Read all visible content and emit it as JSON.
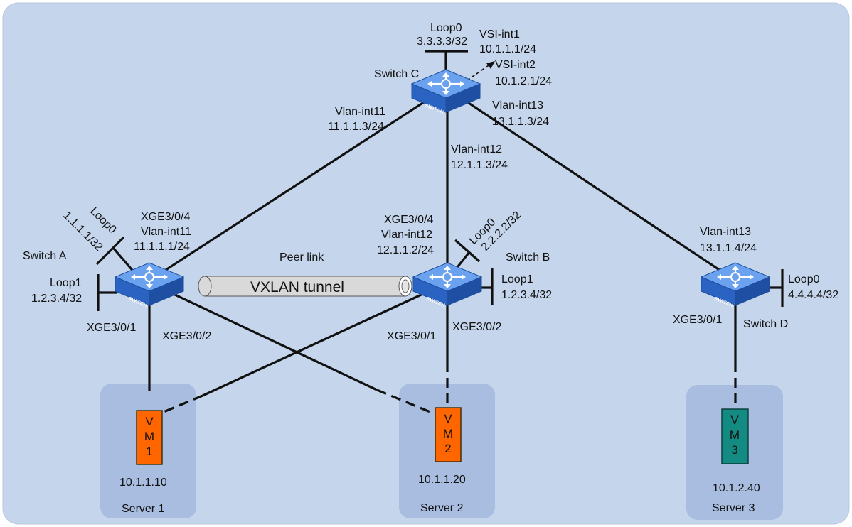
{
  "colors": {
    "canvas": "#c5d5ec",
    "server_box": "#a8bde0",
    "switch_face": "#2f6fd0",
    "vm_orange": "#ff6600",
    "vm_teal": "#138a82",
    "tunnel": "#d9d9d9"
  },
  "icons": [
    "switch-icon",
    "vm-icon",
    "tunnel-pipe-icon",
    "loopback-stub-icon"
  ],
  "switches": {
    "a": {
      "name": "Switch A",
      "badge": "SWITCH"
    },
    "b": {
      "name": "Switch B",
      "badge": "SWITCH"
    },
    "c": {
      "name": "Switch C",
      "badge": "SWITCH"
    },
    "d": {
      "name": "Switch D",
      "badge": "SWITCH"
    }
  },
  "switch_c": {
    "loop0": "Loop0",
    "loop0_ip": "3.3.3.3/32",
    "vsi1": "VSI-int1",
    "vsi1_ip": "10.1.1.1/24",
    "vsi2": "VSI-int2",
    "vsi2_ip": "10.1.2.1/24",
    "vlan11": "Vlan-int11",
    "vlan11_ip": "11.1.1.3/24",
    "vlan12": "Vlan-int12",
    "vlan12_ip": "12.1.1.3/24",
    "vlan13": "Vlan-int13",
    "vlan13_ip": "13.1.1.3/24"
  },
  "switch_a": {
    "loop0": "Loop0",
    "loop0_ip": "1.1.1.1/32",
    "xge4": "XGE3/0/4",
    "vlan11": "Vlan-int11",
    "vlan11_ip": "11.1.1.1/24",
    "loop1": "Loop1",
    "loop1_ip": "1.2.3.4/32",
    "xge1": "XGE3/0/1",
    "xge2": "XGE3/0/2"
  },
  "switch_b": {
    "xge4": "XGE3/0/4",
    "vlan12": "Vlan-int12",
    "vlan12_ip": "12.1.1.2/24",
    "loop0": "Loop0",
    "loop0_ip": "2.2.2.2/32",
    "loop1": "Loop1",
    "loop1_ip": "1.2.3.4/32",
    "xge1": "XGE3/0/1",
    "xge2": "XGE3/0/2"
  },
  "switch_d": {
    "vlan13": "Vlan-int13",
    "vlan13_ip": "13.1.1.4/24",
    "loop0": "Loop0",
    "loop0_ip": "4.4.4.4/32",
    "xge1": "XGE3/0/1"
  },
  "peer_link": "Peer link",
  "tunnel": "VXLAN tunnel",
  "servers": [
    {
      "name": "Server 1",
      "vm_line1": "V",
      "vm_line2": "M",
      "vm_line3": "1",
      "ip": "10.1.1.10"
    },
    {
      "name": "Server 2",
      "vm_line1": "V",
      "vm_line2": "M",
      "vm_line3": "2",
      "ip": "10.1.1.20"
    },
    {
      "name": "Server 3",
      "vm_line1": "V",
      "vm_line2": "M",
      "vm_line3": "3",
      "ip": "10.1.2.40"
    }
  ]
}
